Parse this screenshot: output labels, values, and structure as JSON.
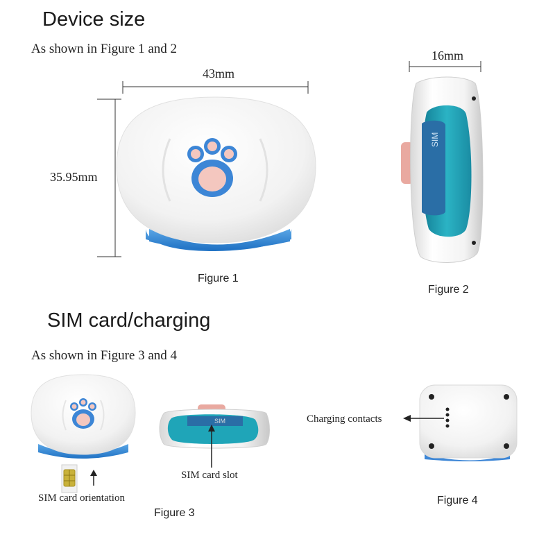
{
  "section1": {
    "title": "Device size",
    "subtitle": "As shown in Figure 1 and 2",
    "width_label": "43mm",
    "height_label": "35.95mm",
    "thickness_label": "16mm",
    "sim_text": "SIM",
    "figure1_caption": "Figure 1",
    "figure2_caption": "Figure 2"
  },
  "section2": {
    "title": "SIM card/charging",
    "subtitle": "As shown in Figure 3 and 4",
    "sim_text": "SIM",
    "slot_label": "SIM card slot",
    "orientation_label": "SIM card orientation",
    "charging_label": "Charging contacts",
    "figure3_caption": "Figure 3",
    "figure4_caption": "Figure 4"
  },
  "colors": {
    "accent_blue": "#2f7fd0",
    "teal": "#1fa5b8",
    "paw_pink": "#f4c7bf",
    "shell": "#f3f3f3"
  }
}
